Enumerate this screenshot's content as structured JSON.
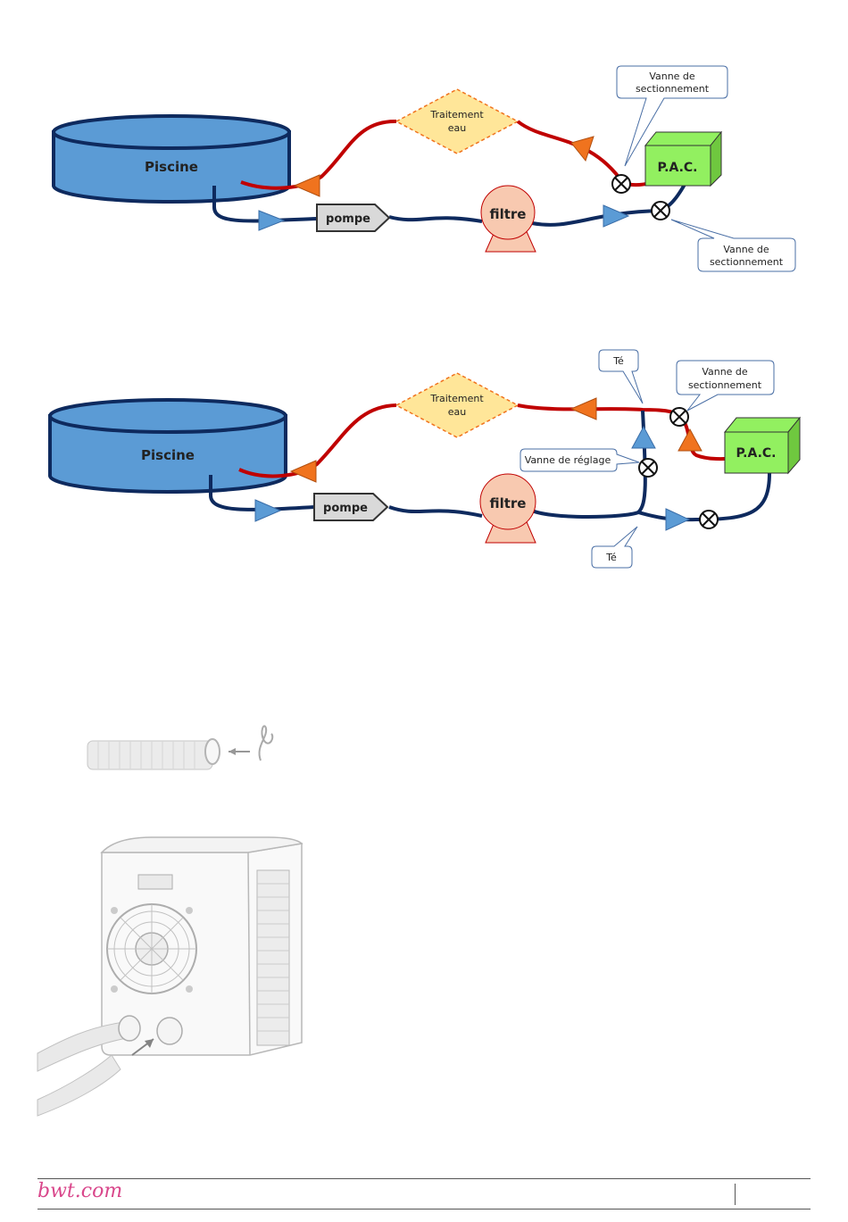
{
  "diagram1": {
    "pool": "Piscine",
    "pump": "pompe",
    "filter": "filtre",
    "treatment_line1": "Traitement",
    "treatment_line2": "eau",
    "heatpump": "P.A.C.",
    "valve_top_line1": "Vanne de",
    "valve_top_line2": "sectionnement",
    "valve_bottom_line1": "Vanne de",
    "valve_bottom_line2": "sectionnement"
  },
  "diagram2": {
    "pool": "Piscine",
    "pump": "pompe",
    "filter": "filtre",
    "treatment_line1": "Traitement",
    "treatment_line2": "eau",
    "heatpump": "P.A.C.",
    "tee_top": "Té",
    "tee_bottom": "Té",
    "valve_line1": "Vanne de",
    "valve_line2": "sectionnement",
    "adjust_valve": "Vanne de réglage"
  },
  "colors": {
    "pool": "#5b9bd5",
    "hot_pipe": "#c00000",
    "cold_pipe": "#0e2a5e",
    "heatpump": "#92f060",
    "filter": "#f8c9b0",
    "treatment": "#ffe699",
    "arrow_blue": "#5b9bd5",
    "arrow_orange": "#f0731e",
    "brand": "#d9478b"
  },
  "footer": {
    "brand": "bwt.com"
  }
}
